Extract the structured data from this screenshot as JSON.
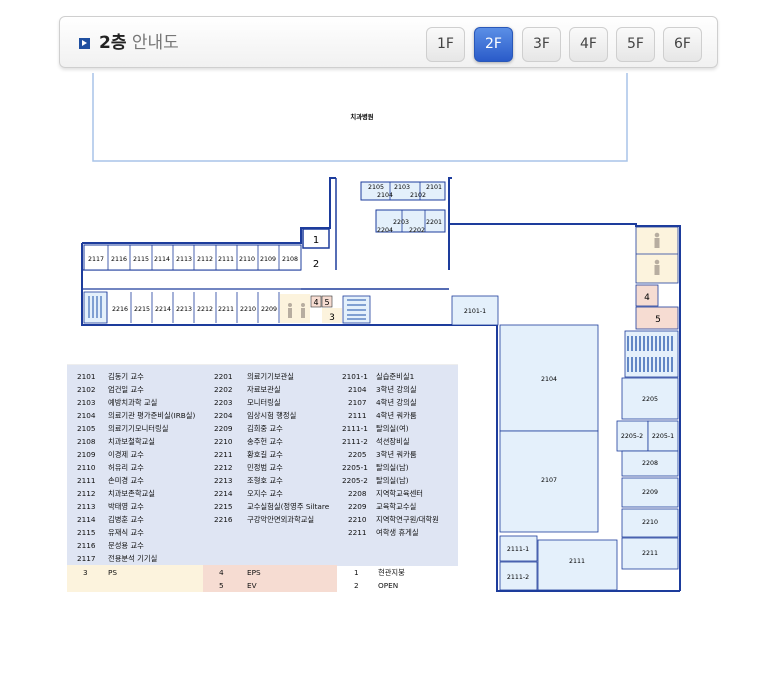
{
  "header": {
    "floor": "2층",
    "suffix": "안내도"
  },
  "floors": [
    {
      "label": "1F",
      "active": false
    },
    {
      "label": "2F",
      "active": true
    },
    {
      "label": "3F",
      "active": false
    },
    {
      "label": "4F",
      "active": false
    },
    {
      "label": "5F",
      "active": false
    },
    {
      "label": "6F",
      "active": false
    }
  ],
  "map": {
    "hospital": "치과병원",
    "upper_rooms": [
      "2117",
      "2116",
      "2115",
      "2114",
      "2113",
      "2112",
      "2111",
      "2110",
      "2109",
      "2108"
    ],
    "lower_rooms": [
      "2216",
      "2215",
      "2214",
      "2213",
      "2212",
      "2211",
      "2210",
      "2209"
    ],
    "core_rooms": [
      "2105",
      "2103",
      "2101",
      "2104",
      "2102",
      "2203",
      "2201",
      "2204",
      "2202"
    ],
    "markers": [
      "1",
      "2",
      "3",
      "4",
      "5",
      "4",
      "5"
    ],
    "right_rooms": [
      "2101-1",
      "2104",
      "2205",
      "2205-2",
      "2205-1",
      "2208",
      "2107",
      "2209",
      "2210",
      "2211",
      "2111-1",
      "2111",
      "2111-2"
    ],
    "colors": {
      "wall": "#1d3c9c",
      "room_blue": "#e4f0fb",
      "stair": "#1b4fa8",
      "toilet": "#fcf3dd",
      "ev": "#f6dcd2"
    }
  },
  "legend": {
    "col1": [
      {
        "no": "2101",
        "name": "김동기 교수"
      },
      {
        "no": "2102",
        "name": "엄건일 교수"
      },
      {
        "no": "2103",
        "name": "예방치과학 교실"
      },
      {
        "no": "2104",
        "name": "의료기관 평가준비실(IRB실)"
      },
      {
        "no": "2105",
        "name": "의료기기모니터링실"
      },
      {
        "no": "2108",
        "name": "치과보철학교실"
      },
      {
        "no": "2109",
        "name": "이경제 교수"
      },
      {
        "no": "2110",
        "name": "허유리 교수"
      },
      {
        "no": "2111",
        "name": "손미경 교수"
      },
      {
        "no": "2112",
        "name": "치과보존학교실"
      },
      {
        "no": "2113",
        "name": "박태영 교수"
      },
      {
        "no": "2114",
        "name": "김병훈 교수"
      },
      {
        "no": "2115",
        "name": "유재식 교수"
      },
      {
        "no": "2116",
        "name": "문성용 교수"
      },
      {
        "no": "2117",
        "name": "전용분석 기기실"
      }
    ],
    "col2": [
      {
        "no": "2201",
        "name": "의료기기보관실"
      },
      {
        "no": "2202",
        "name": "자료보관실"
      },
      {
        "no": "2203",
        "name": "모니터링실"
      },
      {
        "no": "2204",
        "name": "임상시험 행정실"
      },
      {
        "no": "2209",
        "name": "김희중 교수"
      },
      {
        "no": "2210",
        "name": "송주헌 교수"
      },
      {
        "no": "2211",
        "name": "황호길 교수"
      },
      {
        "no": "2212",
        "name": "민정범 교수"
      },
      {
        "no": "2213",
        "name": "조형호 교수"
      },
      {
        "no": "2214",
        "name": "오지수 교수"
      },
      {
        "no": "2215",
        "name": "교수실험실(정영주 Siltare"
      },
      {
        "no": "2216",
        "name": "구강악안면외과학교실"
      }
    ],
    "col3": [
      {
        "no": "2101-1",
        "name": "실습준비실1"
      },
      {
        "no": "2104",
        "name": "3학년 강의실"
      },
      {
        "no": "2107",
        "name": "4학년 강의실"
      },
      {
        "no": "2111",
        "name": "4학년 쿼카룸"
      },
      {
        "no": "2111-1",
        "name": "탈의실(여)"
      },
      {
        "no": "2111-2",
        "name": "석션장비실"
      },
      {
        "no": "2205",
        "name": "3학년 쿼카룸"
      },
      {
        "no": "2205-1",
        "name": "탈의실(남)"
      },
      {
        "no": "2205-2",
        "name": "탈의실(남)"
      },
      {
        "no": "2208",
        "name": "지역학교육센터"
      },
      {
        "no": "2209",
        "name": "교육학교수실"
      },
      {
        "no": "2210",
        "name": "지역학연구원/대학원"
      },
      {
        "no": "2211",
        "name": "여학생 휴게실"
      }
    ],
    "bottom": [
      {
        "no": "3",
        "name": "PS"
      },
      {
        "no": "4",
        "name": "EPS"
      },
      {
        "no": "1",
        "name": "현관지붕"
      },
      {
        "no": "5",
        "name": "EV"
      },
      {
        "no": "2",
        "name": "OPEN"
      }
    ]
  }
}
